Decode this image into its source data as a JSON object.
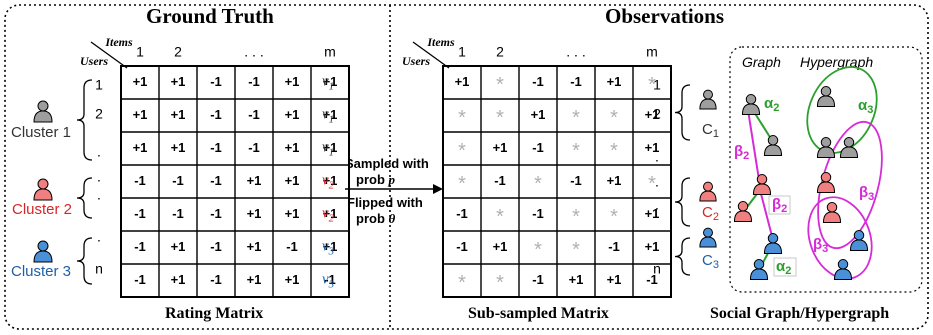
{
  "ground_truth": {
    "title": "Ground Truth",
    "items_label": "Items",
    "users_label": "Users",
    "col_headers": [
      "1",
      "2",
      "",
      ". . .",
      "",
      "m"
    ],
    "row_headers": [
      "1",
      "2",
      ".",
      ".",
      ".",
      ".",
      "n"
    ],
    "rows": [
      [
        "+1",
        "+1",
        "-1",
        "-1",
        "+1",
        "+1"
      ],
      [
        "+1",
        "+1",
        "-1",
        "-1",
        "+1",
        "+1"
      ],
      [
        "+1",
        "+1",
        "-1",
        "-1",
        "+1",
        "+1"
      ],
      [
        "-1",
        "-1",
        "-1",
        "+1",
        "+1",
        "+1"
      ],
      [
        "-1",
        "-1",
        "-1",
        "+1",
        "+1",
        "+1"
      ],
      [
        "-1",
        "+1",
        "-1",
        "+1",
        "-1",
        "+1"
      ],
      [
        "-1",
        "+1",
        "-1",
        "+1",
        "+1",
        "-1"
      ]
    ],
    "vectors": [
      {
        "base": "v",
        "sub": "1",
        "color": "#333333"
      },
      {
        "base": "v",
        "sub": "1",
        "color": "#333333"
      },
      {
        "base": "v",
        "sub": "1",
        "color": "#333333"
      },
      {
        "base": "v",
        "sub": "2",
        "color": "#d62728"
      },
      {
        "base": "v",
        "sub": "2",
        "color": "#d62728"
      },
      {
        "base": "v",
        "sub": "3",
        "color": "#1f5fa8"
      },
      {
        "base": "v",
        "sub": "3",
        "color": "#1f5fa8"
      }
    ],
    "clusters": [
      {
        "label": "Cluster 1",
        "color": "#333333",
        "icon": "gray-user-icon"
      },
      {
        "label": "Cluster 2",
        "color": "#d62728",
        "icon": "red-user-icon"
      },
      {
        "label": "Cluster 3",
        "color": "#1f5fa8",
        "icon": "blue-user-icon"
      }
    ],
    "caption": "Rating Matrix"
  },
  "arrow": {
    "line1": "Sampled with",
    "line2_text": "prob ",
    "line2_var": "p",
    "line3": "Flipped with",
    "line4_text": "prob ",
    "line4_var": "θ"
  },
  "observations": {
    "title": "Observations",
    "items_label": "Items",
    "users_label": "Users",
    "col_headers": [
      "1",
      "2",
      "",
      ". . .",
      "",
      "m"
    ],
    "row_headers": [
      "1",
      "2",
      "",
      ".",
      ".",
      ".",
      "n"
    ],
    "rows": [
      [
        "+1",
        "*",
        "-1",
        "-1",
        "+1",
        "*"
      ],
      [
        "*",
        "*",
        "+1",
        "*",
        "*",
        "+1"
      ],
      [
        "*",
        "+1",
        "-1",
        "*",
        "*",
        "+1"
      ],
      [
        "*",
        "-1",
        "*",
        "-1",
        "+1",
        "*"
      ],
      [
        "-1",
        "*",
        "-1",
        "*",
        "*",
        "+1"
      ],
      [
        "-1",
        "+1",
        "*",
        "*",
        "-1",
        "+1"
      ],
      [
        "*",
        "*",
        "-1",
        "+1",
        "+1",
        "-1"
      ]
    ],
    "missing_color": "#b0b0b0",
    "cluster_tags": [
      {
        "base": "C",
        "sub": "1",
        "color": "#333333"
      },
      {
        "base": "C",
        "sub": "2",
        "color": "#d62728"
      },
      {
        "base": "C",
        "sub": "3",
        "color": "#1f5fa8"
      }
    ],
    "caption": "Sub-sampled Matrix"
  },
  "social": {
    "graph_label": "Graph",
    "hypergraph_label": "Hypergraph",
    "caption": "Social Graph/Hypergraph",
    "alpha_color": "#2ca02c",
    "beta_color": "#d62bd6",
    "alpha2": {
      "base": "α",
      "sub": "2"
    },
    "alpha3": {
      "base": "α",
      "sub": "3"
    },
    "beta2": {
      "base": "β",
      "sub": "2"
    },
    "beta3": {
      "base": "β",
      "sub": "3"
    }
  }
}
